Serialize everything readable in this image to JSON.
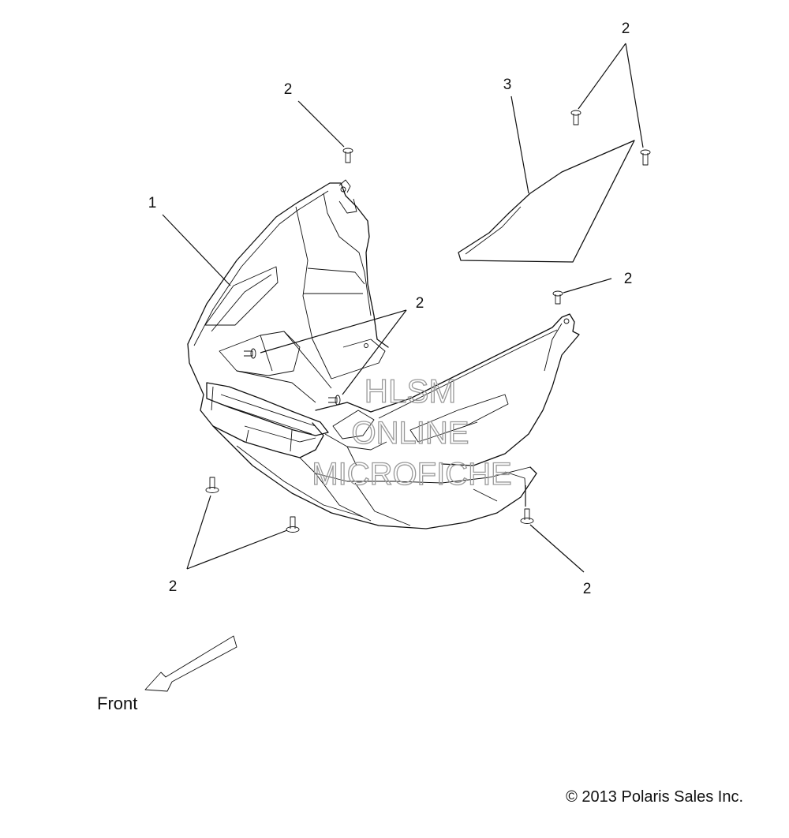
{
  "callouts": {
    "c1": "1",
    "c2_top_left": "2",
    "c2_top_right": "2",
    "c3": "3",
    "c2_right": "2",
    "c2_center": "2",
    "c2_bottom_left": "2",
    "c2_bottom_right": "2"
  },
  "direction_label": "Front",
  "watermark": [
    "HLSM",
    "ONLINE",
    "MICROFICHE"
  ],
  "copyright": "© 2013 Polaris Sales Inc.",
  "colors": {
    "line": "#111111",
    "watermark": "#9a9a9a",
    "background": "#ffffff"
  },
  "icons": {
    "direction": "front-arrow-icon",
    "fastener": "push-rivet-icon"
  }
}
